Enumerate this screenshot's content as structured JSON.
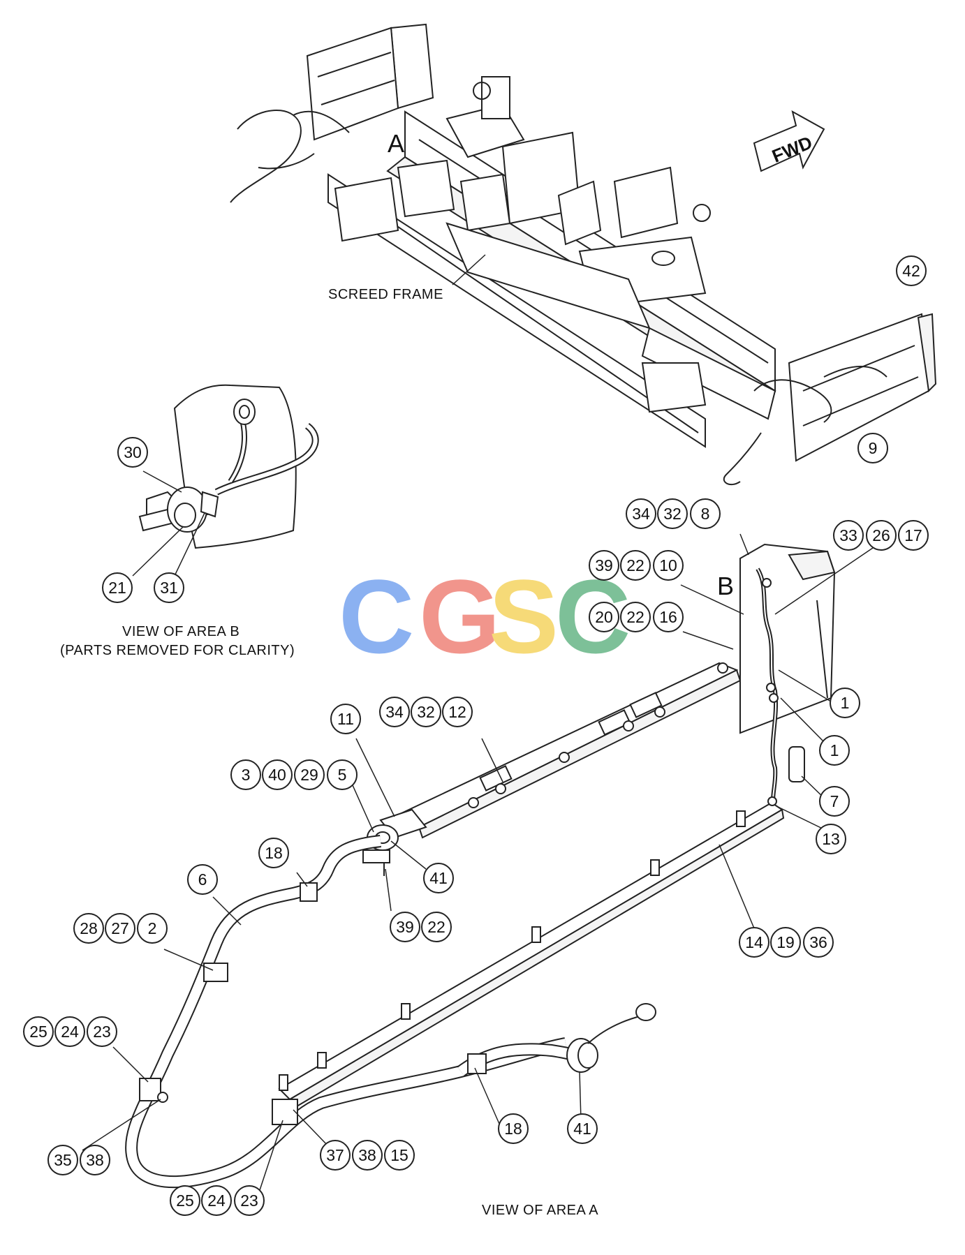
{
  "labels": {
    "screed_frame": "SCREED FRAME",
    "area_a_marker": "A",
    "area_b_marker": "B",
    "fwd": "FWD",
    "view_area_b_line1": "VIEW OF AREA B",
    "view_area_b_line2": "(PARTS REMOVED FOR CLARITY)",
    "view_area_a": "VIEW OF AREA A"
  },
  "watermark": {
    "letters": [
      "C",
      "G",
      "S",
      "C"
    ],
    "colors": [
      "#7fa9f0",
      "#f08a80",
      "#f6d66a",
      "#6fba8d"
    ]
  },
  "callouts": {
    "c42": "42",
    "c9": "9",
    "c30": "30",
    "c21": "21",
    "c31": "31",
    "c34a": "34",
    "c32a": "32",
    "c8": "8",
    "c33": "33",
    "c26": "26",
    "c17": "17",
    "c39a": "39",
    "c22a": "22",
    "c10": "10",
    "c20": "20",
    "c22b": "22",
    "c16": "16",
    "c1a": "1",
    "c1b": "1",
    "c34b": "34",
    "c32b": "32",
    "c12": "12",
    "c11": "11",
    "c3": "3",
    "c40": "40",
    "c29": "29",
    "c5": "5",
    "c7": "7",
    "c13": "13",
    "c18a": "18",
    "c41a": "41",
    "c6": "6",
    "c39b": "39",
    "c22c": "22",
    "c28": "28",
    "c27": "27",
    "c2": "2",
    "c14": "14",
    "c19": "19",
    "c36": "36",
    "c25a": "25",
    "c24a": "24",
    "c23a": "23",
    "c18b": "18",
    "c41b": "41",
    "c35": "35",
    "c38a": "38",
    "c37": "37",
    "c38b": "38",
    "c15": "15",
    "c25b": "25",
    "c24b": "24",
    "c23b": "23"
  }
}
